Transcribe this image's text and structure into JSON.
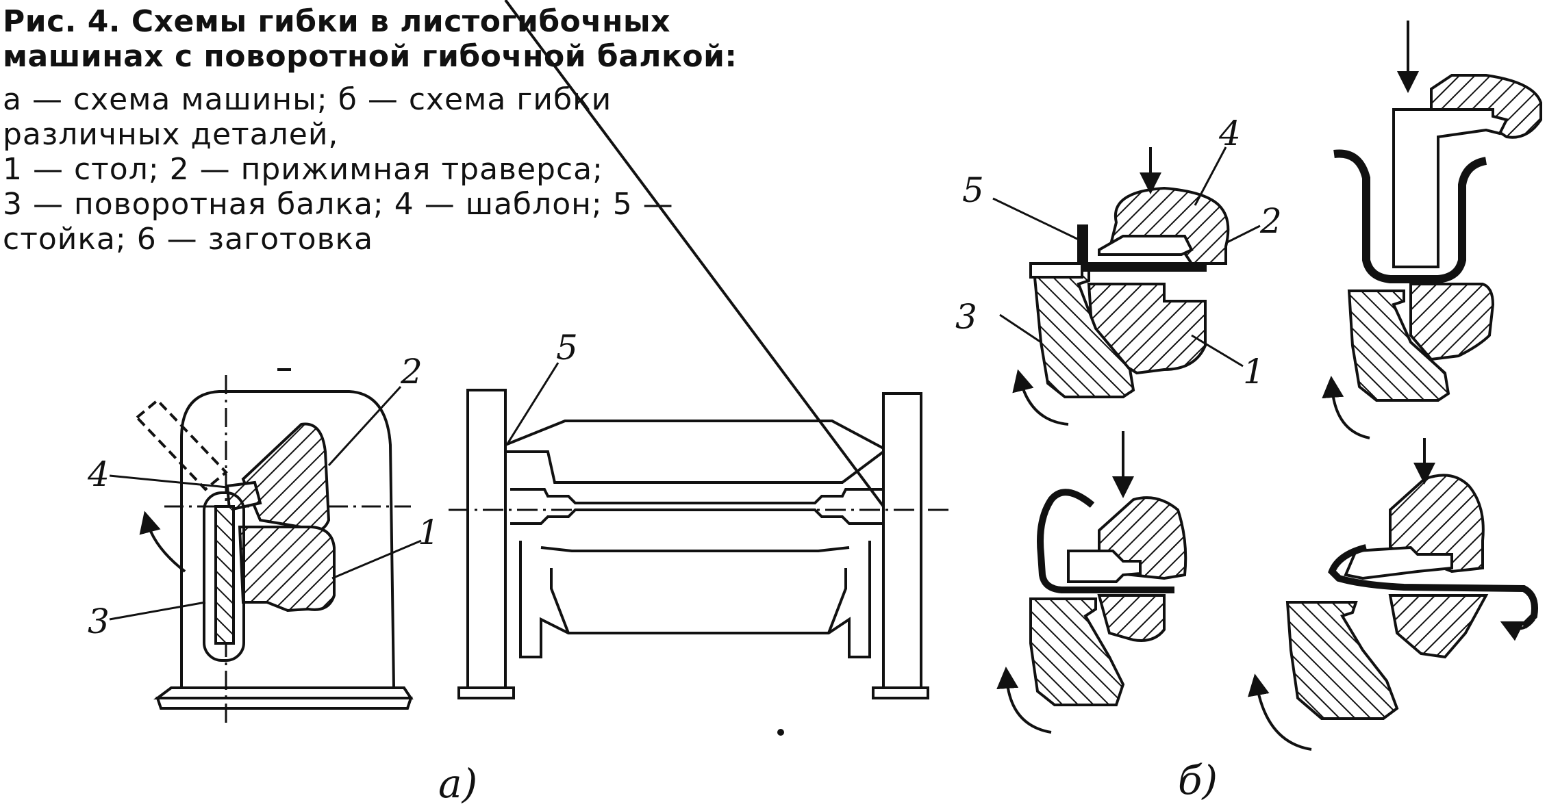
{
  "caption": {
    "title_line1": "Рис. 4. Схемы гибки в листогибочных",
    "title_line2": "машинах с поворотной гибочной балкой:",
    "legend_line1": "а — схема машины; б — схема гибки",
    "legend_line2": "различных деталей,",
    "legend_line3": "1 — стол; 2 — прижимная траверса;",
    "legend_line4": "3 — поворотная балка; 4 — шаблон; 5 —",
    "legend_line5": "стойка; 6 — заготовка"
  },
  "figure_a": {
    "label_1": "1",
    "label_2": "2",
    "label_3": "3",
    "label_4": "4",
    "label_5": "5",
    "sublabel": "а)"
  },
  "figure_b": {
    "label_1": "1",
    "label_2": "2",
    "label_3": "3",
    "label_4": "4",
    "label_5": "5",
    "sublabel": "б)"
  }
}
